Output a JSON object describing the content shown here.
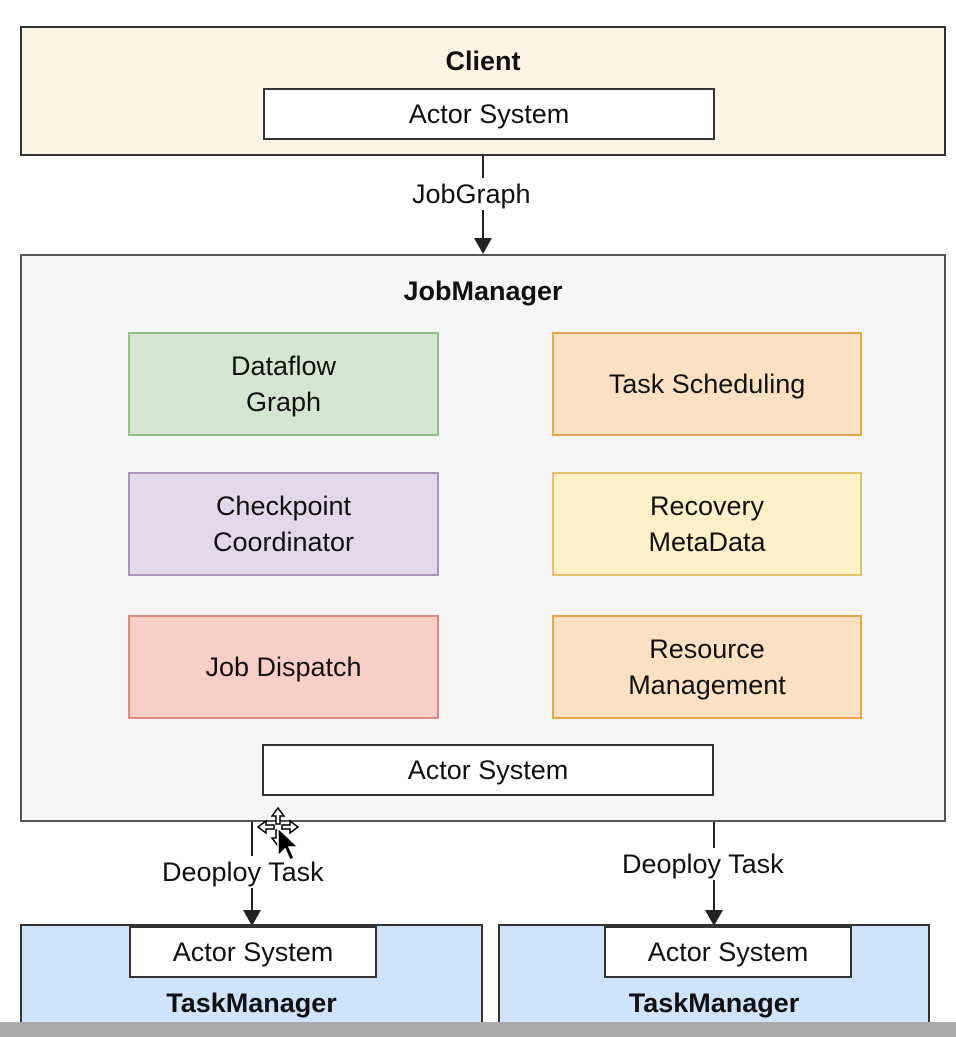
{
  "client": {
    "title": "Client",
    "actor_system": "Actor System"
  },
  "edge_jobgraph": {
    "label": "JobGraph"
  },
  "jobmanager": {
    "title": "JobManager",
    "components": [
      {
        "text": "Dataflow\nGraph",
        "fill": "#d4e6cf",
        "border": "#8fbf85"
      },
      {
        "text": "Task Scheduling",
        "fill": "#fbe1c4",
        "border": "#e5a544"
      },
      {
        "text": "Checkpoint\nCoordinator",
        "fill": "#e3d8ea",
        "border": "#a993bd"
      },
      {
        "text": "Recovery\nMetaData",
        "fill": "#fcf0c8",
        "border": "#e3c06a"
      },
      {
        "text": "Job Dispatch",
        "fill": "#f7cfc6",
        "border": "#dc8a80"
      },
      {
        "text": "Resource\nManagement",
        "fill": "#fbe1c4",
        "border": "#e5a544"
      }
    ],
    "actor_system": "Actor System"
  },
  "edges_deploy": [
    {
      "label": "Deoploy Task"
    },
    {
      "label": "Deoploy Task"
    }
  ],
  "taskmanagers": [
    {
      "title": "TaskManager",
      "actor_system": "Actor System"
    },
    {
      "title": "TaskManager",
      "actor_system": "Actor System"
    }
  ],
  "colors": {
    "client_fill": "#fcf4e2",
    "jobmanager_fill": "#f5f5f5",
    "taskmanager_fill": "#cfe3fa"
  }
}
